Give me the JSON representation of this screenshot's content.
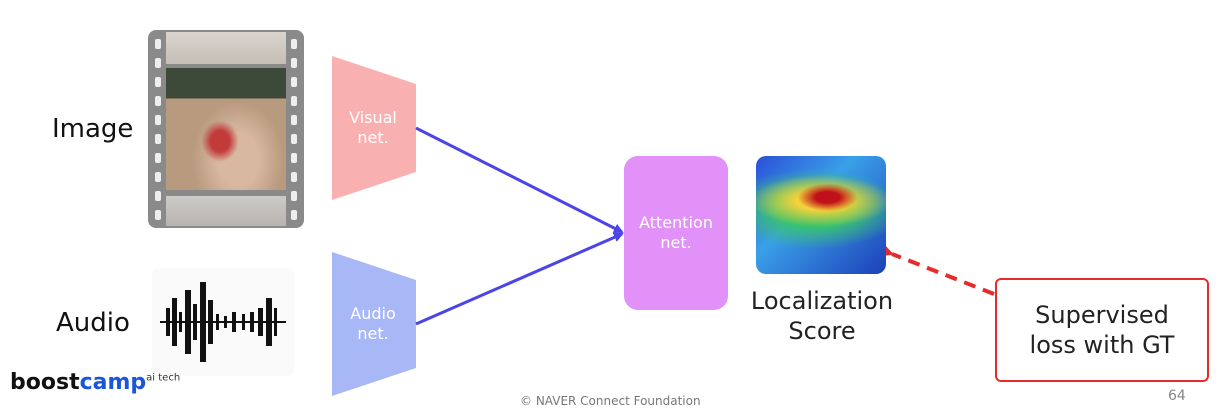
{
  "labels": {
    "image": "Image",
    "audio": "Audio"
  },
  "nets": {
    "visual": "Visual net.",
    "audio": "Audio net.",
    "attention": "Attention net."
  },
  "output": {
    "line1": "Localization",
    "line2": "Score"
  },
  "supervision": {
    "line1": "Supervised",
    "line2": "loss with GT"
  },
  "branding": {
    "logo_main": "boost",
    "logo_accent": "camp",
    "logo_sup": "ai tech"
  },
  "footer": {
    "copyright": "© NAVER Connect Foundation",
    "page": "64"
  },
  "colors": {
    "visual_net": "#f9b0b0",
    "audio_net": "#a8b8f7",
    "attention_net": "#e191f7",
    "arrow": "#4b45e8",
    "supervision": "#e52b2b"
  }
}
